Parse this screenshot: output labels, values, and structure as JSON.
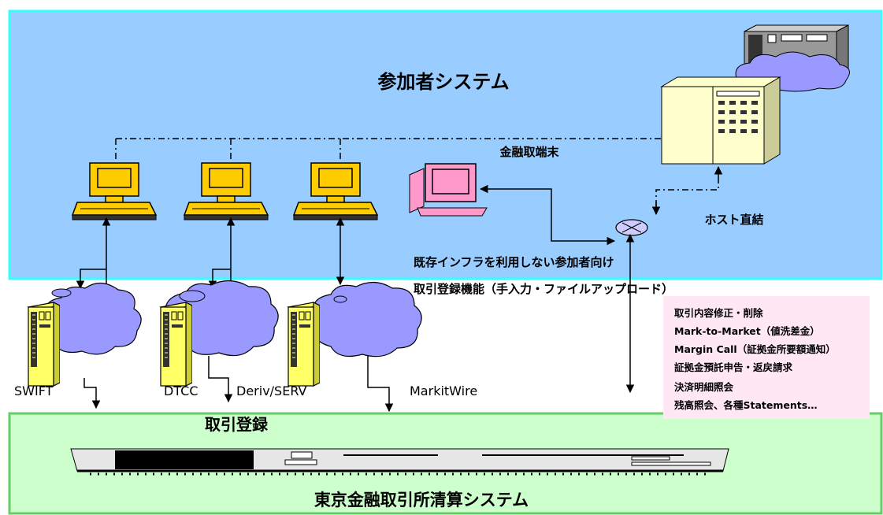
{
  "participant_system": {
    "title": "参加者システム"
  },
  "terminal": {
    "label": "金融取端末"
  },
  "host": {
    "label": "ホスト直結"
  },
  "web_registration": {
    "line1": "既存インフラを利用しない参加者向け",
    "line2": "取引登録機能（手入力・ファイルアップロード）"
  },
  "networks": [
    {
      "label": "SWIFT"
    },
    {
      "label": "DTCC"
    },
    {
      "label": "Deriv/SERV"
    },
    {
      "label": "MarkitWire"
    }
  ],
  "trade_registration": {
    "label": "取引登録"
  },
  "clearing_system": {
    "label": "東京金融取引所清算システム"
  },
  "functions": [
    "取引内容修正・削除",
    "Mark-to-Market（値洗差金）",
    "Margin Call（証拠金所要額通知）",
    "証拠金預託申告・返戻請求",
    "決済明細照会",
    "残高照会、各種Statements…"
  ],
  "colors": {
    "participant_bg": "#99ccff",
    "participant_border": "#33ffff",
    "clearing_bg": "#ccffcc",
    "clearing_border": "#66cc66",
    "functions_bg": "#ffe8f3",
    "pc": "#ffcc00",
    "terminal": "#ff99cc",
    "cloud": "#9999ff",
    "server": "#ffff66",
    "router": "#ccccff"
  }
}
